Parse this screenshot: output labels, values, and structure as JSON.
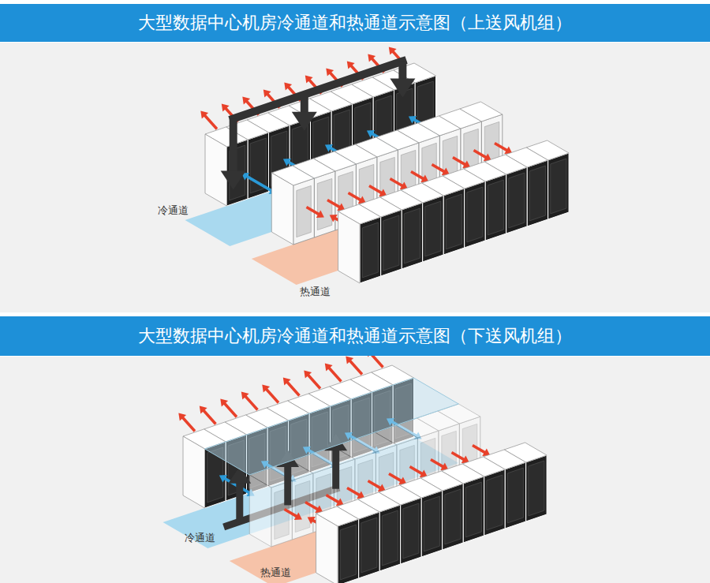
{
  "diagram": {
    "nodes": [
      {
        "text": [
          "大型数据中心机房冷通道和热通道示意图（上送风机组）"
        ]
      },
      {
        "text": [
          "大型数据中心机房冷通道和热通道示意图（下送风机组）"
        ]
      }
    ],
    "labels": [
      "冷通道",
      "热通道",
      "冷通道",
      "热通道"
    ]
  }
}
